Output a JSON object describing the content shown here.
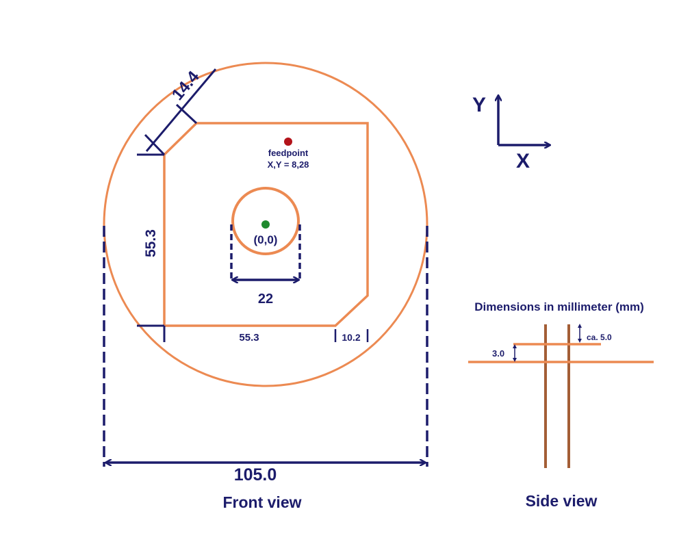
{
  "colors": {
    "copper": "#ec8a52",
    "navy": "#1c1c6b",
    "brown": "#a35e36",
    "feed": "#b3131a",
    "origin": "#1f8a2e"
  },
  "front": {
    "chamfer_label": "14.4",
    "feed_label": "feedpoint",
    "feed_coords": "X,Y = 8,28",
    "origin_label": "(0,0)",
    "hole_label": "22",
    "height_label": "55.3",
    "width_label": "55.3",
    "corner_label": "10.2",
    "diameter_label": "105.0",
    "caption": "Front view"
  },
  "axes": {
    "y": "Y",
    "x": "X"
  },
  "side": {
    "units_note": "Dimensions in millimeter (mm)",
    "gap_label": "ca. 5.0",
    "spacing_label": "3.0",
    "caption": "Side view"
  }
}
